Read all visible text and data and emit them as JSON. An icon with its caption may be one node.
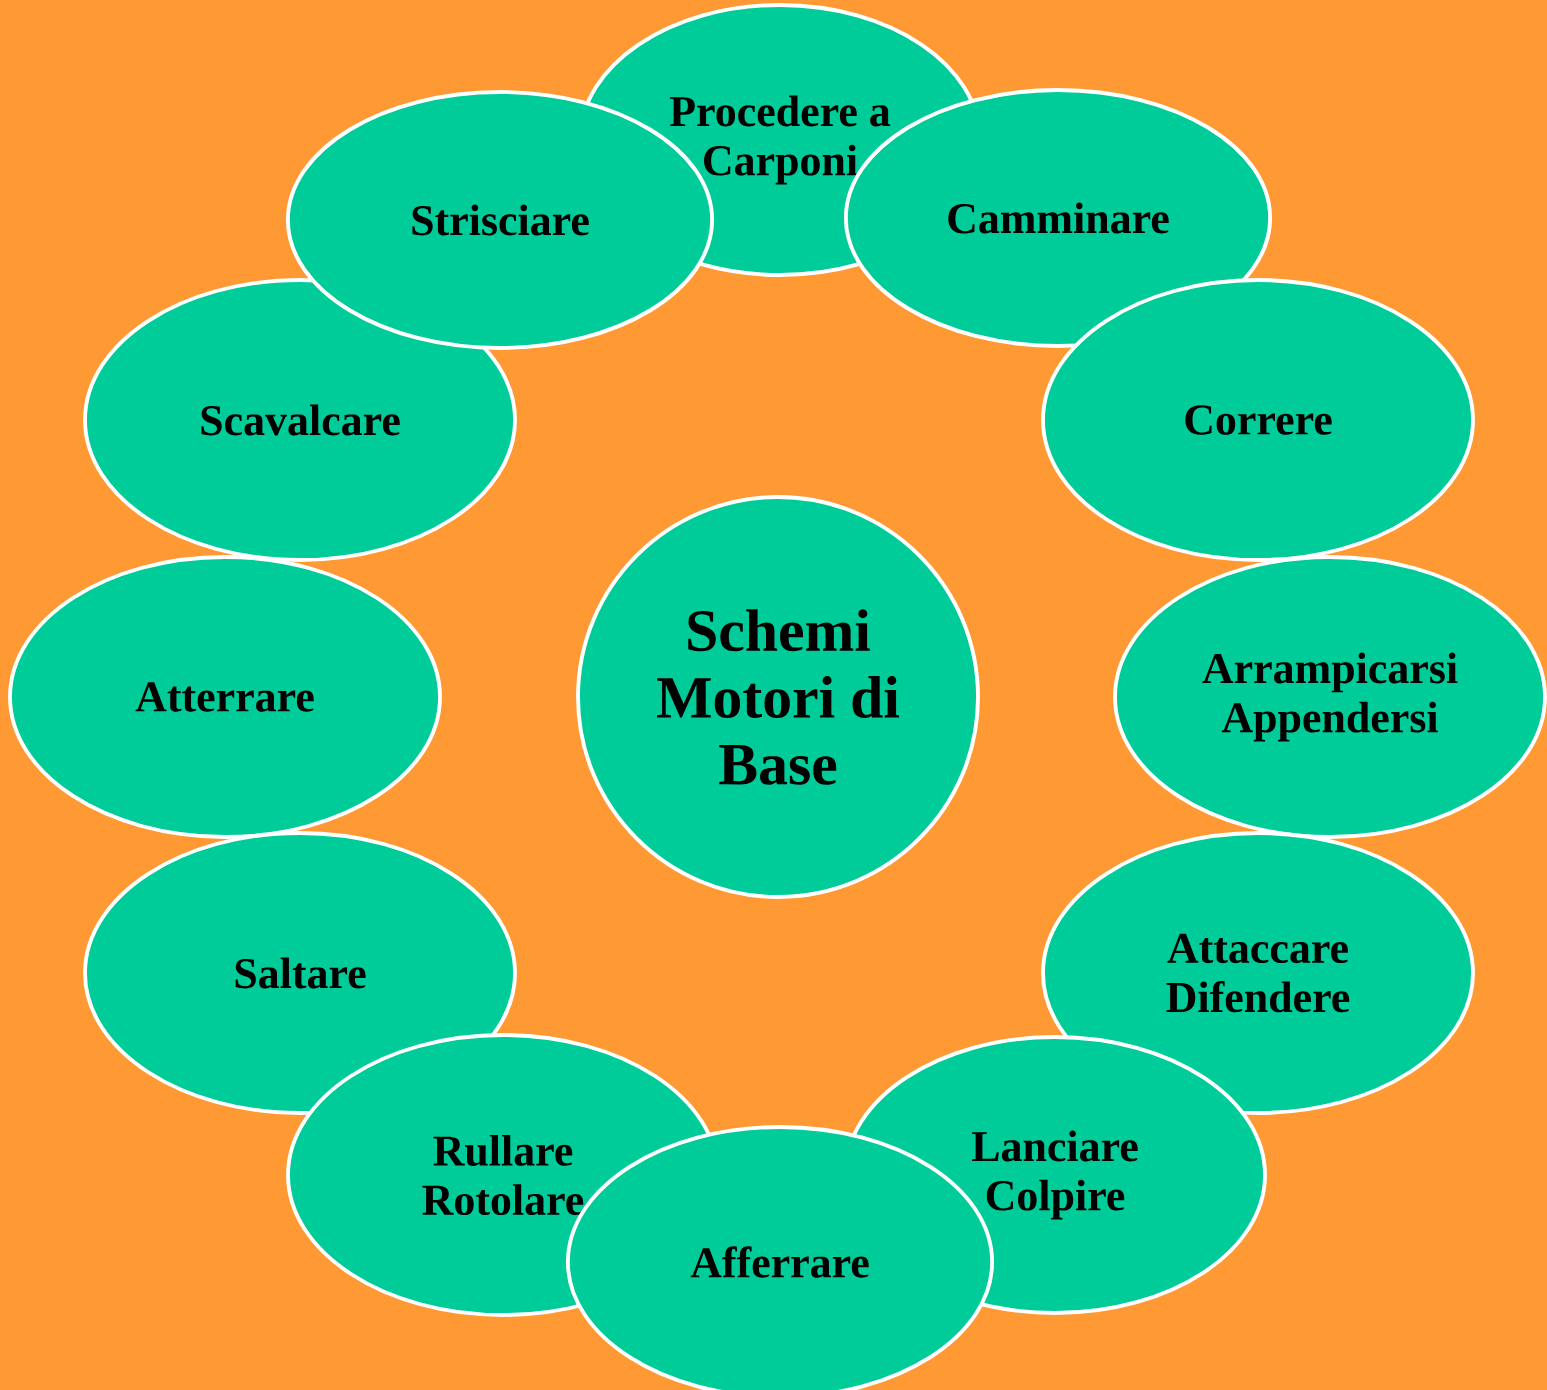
{
  "diagram": {
    "nodes": [
      {
        "text": [
          "Schemi Motori di Base"
        ]
      },
      {
        "text": [
          "Procedere a Carponi"
        ]
      },
      {
        "text": [
          "Camminare"
        ]
      },
      {
        "text": [
          "Correre"
        ]
      },
      {
        "text": [
          "Arrampicarsi Appendersi"
        ]
      },
      {
        "text": [
          "Attaccare Difendere"
        ]
      },
      {
        "text": [
          "Lanciare Colpire"
        ]
      },
      {
        "text": [
          "Afferrare"
        ]
      },
      {
        "text": [
          "Rullare Rotolare"
        ]
      },
      {
        "text": [
          "Saltare"
        ]
      },
      {
        "text": [
          "Atterrare"
        ]
      },
      {
        "text": [
          "Scavalcare"
        ]
      },
      {
        "text": [
          "Strisciare"
        ]
      }
    ]
  }
}
